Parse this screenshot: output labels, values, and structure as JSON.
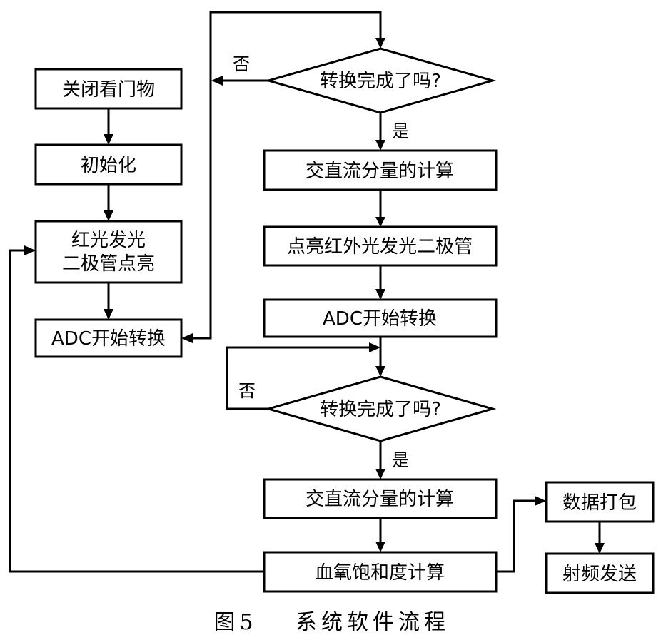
{
  "nodes": {
    "close_gate": "关闭看门物",
    "init": "初始化",
    "red_led_line1": "红光发光",
    "red_led_line2": "二极管点亮",
    "adc_start_1": "ADC开始转换",
    "check_1": "转换完成了吗?",
    "calc_1": "交直流分量的计算",
    "ir_led": "点亮红外光发光二极管",
    "adc_start_2": "ADC开始转换",
    "check_2": "转换完成了吗?",
    "calc_2": "交直流分量的计算",
    "spo2": "血氧饱和度计算",
    "packet": "数据打包",
    "rf_send": "射频发送"
  },
  "branch_labels": {
    "no_1": "否",
    "yes_1": "是",
    "no_2": "否",
    "yes_2": "是"
  },
  "caption": {
    "figure": "图5",
    "title": "系统软件流程"
  }
}
